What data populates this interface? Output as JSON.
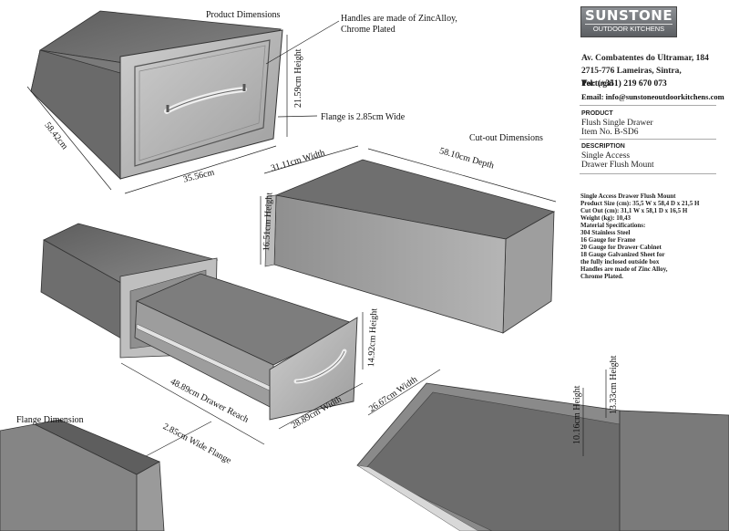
{
  "brand": {
    "name": "SUNSTONE",
    "tagline": "OUTDOOR KITCHENS"
  },
  "contact": {
    "address_line1": "Av. Combatentes do Ultramar, 184",
    "address_line2": "2715-776 Lameiras, Sintra,",
    "address_line3": "Portugal",
    "phone": "Tel: (+351) 219 670 073",
    "email": "Email: info@sunstoneoutdoorkitchens.com"
  },
  "product": {
    "heading": "PRODUCT",
    "name": "Flush Single Drawer",
    "item": "Item No. B-SD6"
  },
  "description": {
    "heading": "DESCRIPTION",
    "line1": "Single Access",
    "line2": "Drawer Flush Mount"
  },
  "specs": {
    "title": "Single Access Drawer Flush Mount",
    "product_size": "Product Size (cm): 35,5 W x 58,4 D x 21,5 H",
    "cut_out": "Cut Out (cm): 31,1 W x 58,1 D x 16,5 H",
    "weight": "Weight (kg): 10,43",
    "material_heading": "Material Specifications:",
    "m1": "304 Stainless Steel",
    "m2": "16 Gauge for Frame",
    "m3": "20 Gauge for Drawer Cabinet",
    "m4": "18 Gauge Galvanized Sheet for",
    "m5": "the fully inclosed outside box",
    "m6": "Handles are made of Zinc Alloy,",
    "m7": "Chrome Plated."
  },
  "labels": {
    "product_dimensions": "Product Dimensions",
    "handles_note_1": "Handles are made of ZincAlloy,",
    "handles_note_2": "Chrome Plated",
    "flange_note": "Flange is  2.85cm Wide",
    "cutout_dimensions": "Cut-out Dimensions",
    "flange_dimension": "Flange Dimension"
  },
  "dimensions": {
    "depth_product": "58.42cm",
    "width_product": "35.56cm",
    "height_product": "21.59cm  Height",
    "cut_width": "31.11cm Width",
    "cut_depth": "58.10cm  Depth",
    "cut_height": "16.51cm Height",
    "drawer_height": "14.92cm Height",
    "drawer_reach": "48.89cm  Drawer Reach",
    "drawer_width": "28.89cm Width",
    "inner_width": "26.67cm Width",
    "inner_height_1": "10.16cm Height",
    "inner_height_2": "13.33cm Height",
    "flange_width": "2.85cm Wide Flange"
  }
}
